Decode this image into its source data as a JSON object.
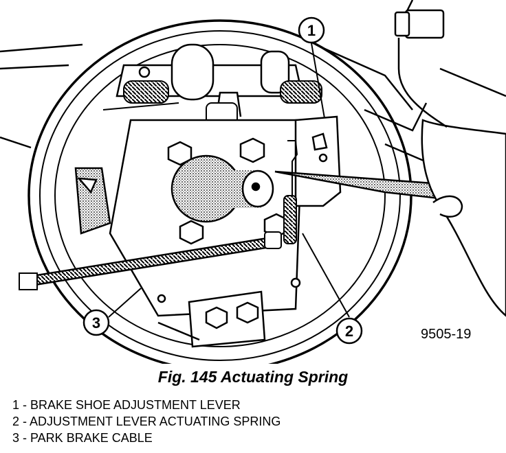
{
  "figure": {
    "code": "9505-19",
    "caption": "Fig. 145 Actuating Spring",
    "callouts": [
      "1",
      "2",
      "3"
    ],
    "legend": [
      "1 - BRAKE SHOE ADJUSTMENT LEVER",
      "2 - ADJUSTMENT LEVER ACTUATING SPRING",
      "3 - PARK BRAKE CABLE"
    ]
  }
}
